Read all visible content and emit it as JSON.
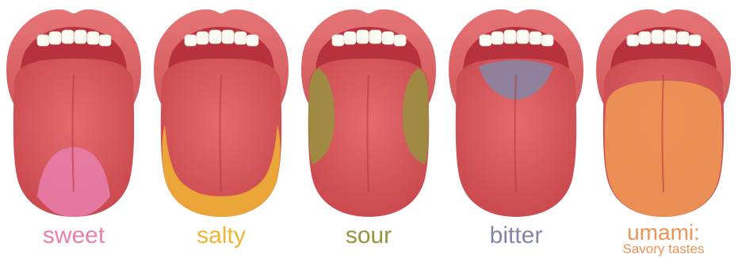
{
  "tongues": [
    {
      "id": "sweet",
      "label": "sweet",
      "sublabel": "",
      "zone": "tip",
      "color": "#e97fae"
    },
    {
      "id": "salty",
      "label": "salty",
      "sublabel": "",
      "zone": "sides-front",
      "color": "#f0b534"
    },
    {
      "id": "sour",
      "label": "sour",
      "sublabel": "",
      "zone": "sides-middle",
      "color": "#96933f"
    },
    {
      "id": "bitter",
      "label": "bitter",
      "sublabel": "",
      "zone": "back",
      "color": "#8287a8"
    },
    {
      "id": "umami",
      "label": "umami:",
      "sublabel": "Savory tastes",
      "zone": "whole",
      "color": "#ee9455"
    }
  ],
  "colors": {
    "lip": "#e06a6c",
    "mouth": "#b8323d",
    "tongue": "#de5b5e",
    "teeth": "#fbfaf3"
  }
}
